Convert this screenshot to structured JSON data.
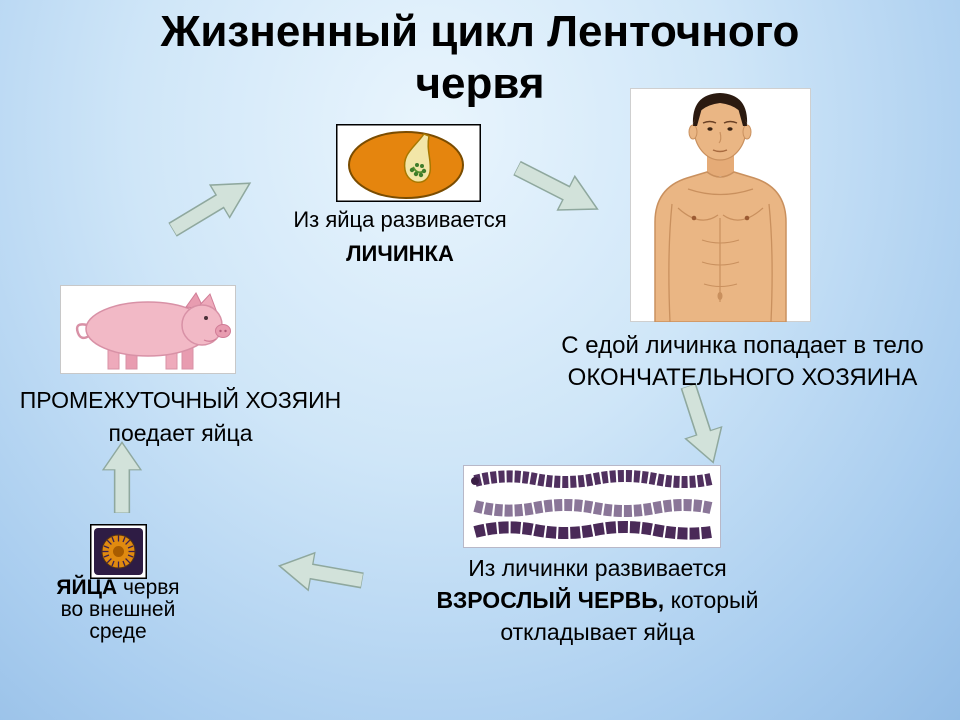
{
  "slide": {
    "title": {
      "line1": "Жизненный цикл Ленточного",
      "line2": "червя"
    },
    "larva_stage": {
      "image": "egg-with-larva-illustration",
      "caption_line1": "Из яйца развивается",
      "caption_line2": "ЛИЧИНКА"
    },
    "final_host_stage": {
      "image": "human-torso-illustration",
      "caption_line1": "С едой личинка попадает в тело",
      "caption_line2": "ОКОНЧАТЕЛЬНОГО ХОЗЯИНА"
    },
    "adult_worm_stage": {
      "image": "tapeworm-illustration",
      "caption_line1": "Из личинки развивается",
      "caption_line2_bold": "ВЗРОСЛЫЙ ЧЕРВЬ,",
      "caption_line2_regular": " который",
      "caption_line3": "откладывает яйца"
    },
    "eggs_stage": {
      "image": "worm-eggs-illustration",
      "caption_line1_bold": "ЯЙЦА",
      "caption_line1_regular": " червя",
      "caption_line2": "во внешней",
      "caption_line3": "среде"
    },
    "intermediate_host_stage": {
      "image": "pig-illustration",
      "caption_line1": "ПРОМЕЖУТОЧНЫЙ ХОЗЯИН",
      "caption_line2": "поедает яйца"
    },
    "colors": {
      "background_top": "#e9f5fd",
      "background_bottom": "#94bde6",
      "title_color": "#000000",
      "arrow_fill": "#d2e2da",
      "arrow_stroke": "#8fa89e",
      "larva_orange": "#e5850e",
      "pig_pink": "#f2b9c6",
      "worm_purple": "#4a2a58",
      "skin_tone": "#eab684"
    }
  }
}
